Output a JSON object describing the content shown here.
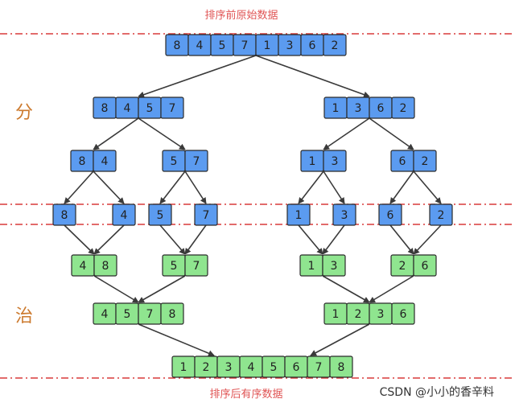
{
  "titles": {
    "top": "排序前原始数据",
    "bottom": "排序后有序数据"
  },
  "side_labels": {
    "divide": "分",
    "conquer": "治"
  },
  "watermark": "CSDN @小小的香辛料",
  "colors": {
    "blue_fill": "#5b9bf0",
    "green_fill": "#8fe58f",
    "box_stroke": "#2b2b2b",
    "dash_line": "#d93a3a",
    "title_text": "#e05555",
    "side_text": "#cc7a2e",
    "arrow": "#3a3a3a"
  },
  "levels": {
    "d0": [
      [
        8,
        4,
        5,
        7,
        1,
        3,
        6,
        2
      ]
    ],
    "d1": [
      [
        8,
        4,
        5,
        7
      ],
      [
        1,
        3,
        6,
        2
      ]
    ],
    "d2": [
      [
        8,
        4
      ],
      [
        5,
        7
      ],
      [
        1,
        3
      ],
      [
        6,
        2
      ]
    ],
    "d3": [
      [
        8
      ],
      [
        4
      ],
      [
        5
      ],
      [
        7
      ],
      [
        1
      ],
      [
        3
      ],
      [
        6
      ],
      [
        2
      ]
    ],
    "m1": [
      [
        4,
        8
      ],
      [
        5,
        7
      ],
      [
        1,
        3
      ],
      [
        2,
        6
      ]
    ],
    "m2": [
      [
        4,
        5,
        7,
        8
      ],
      [
        1,
        2,
        3,
        6
      ]
    ],
    "m3": [
      [
        1,
        2,
        3,
        4,
        5,
        6,
        7,
        8
      ]
    ]
  }
}
